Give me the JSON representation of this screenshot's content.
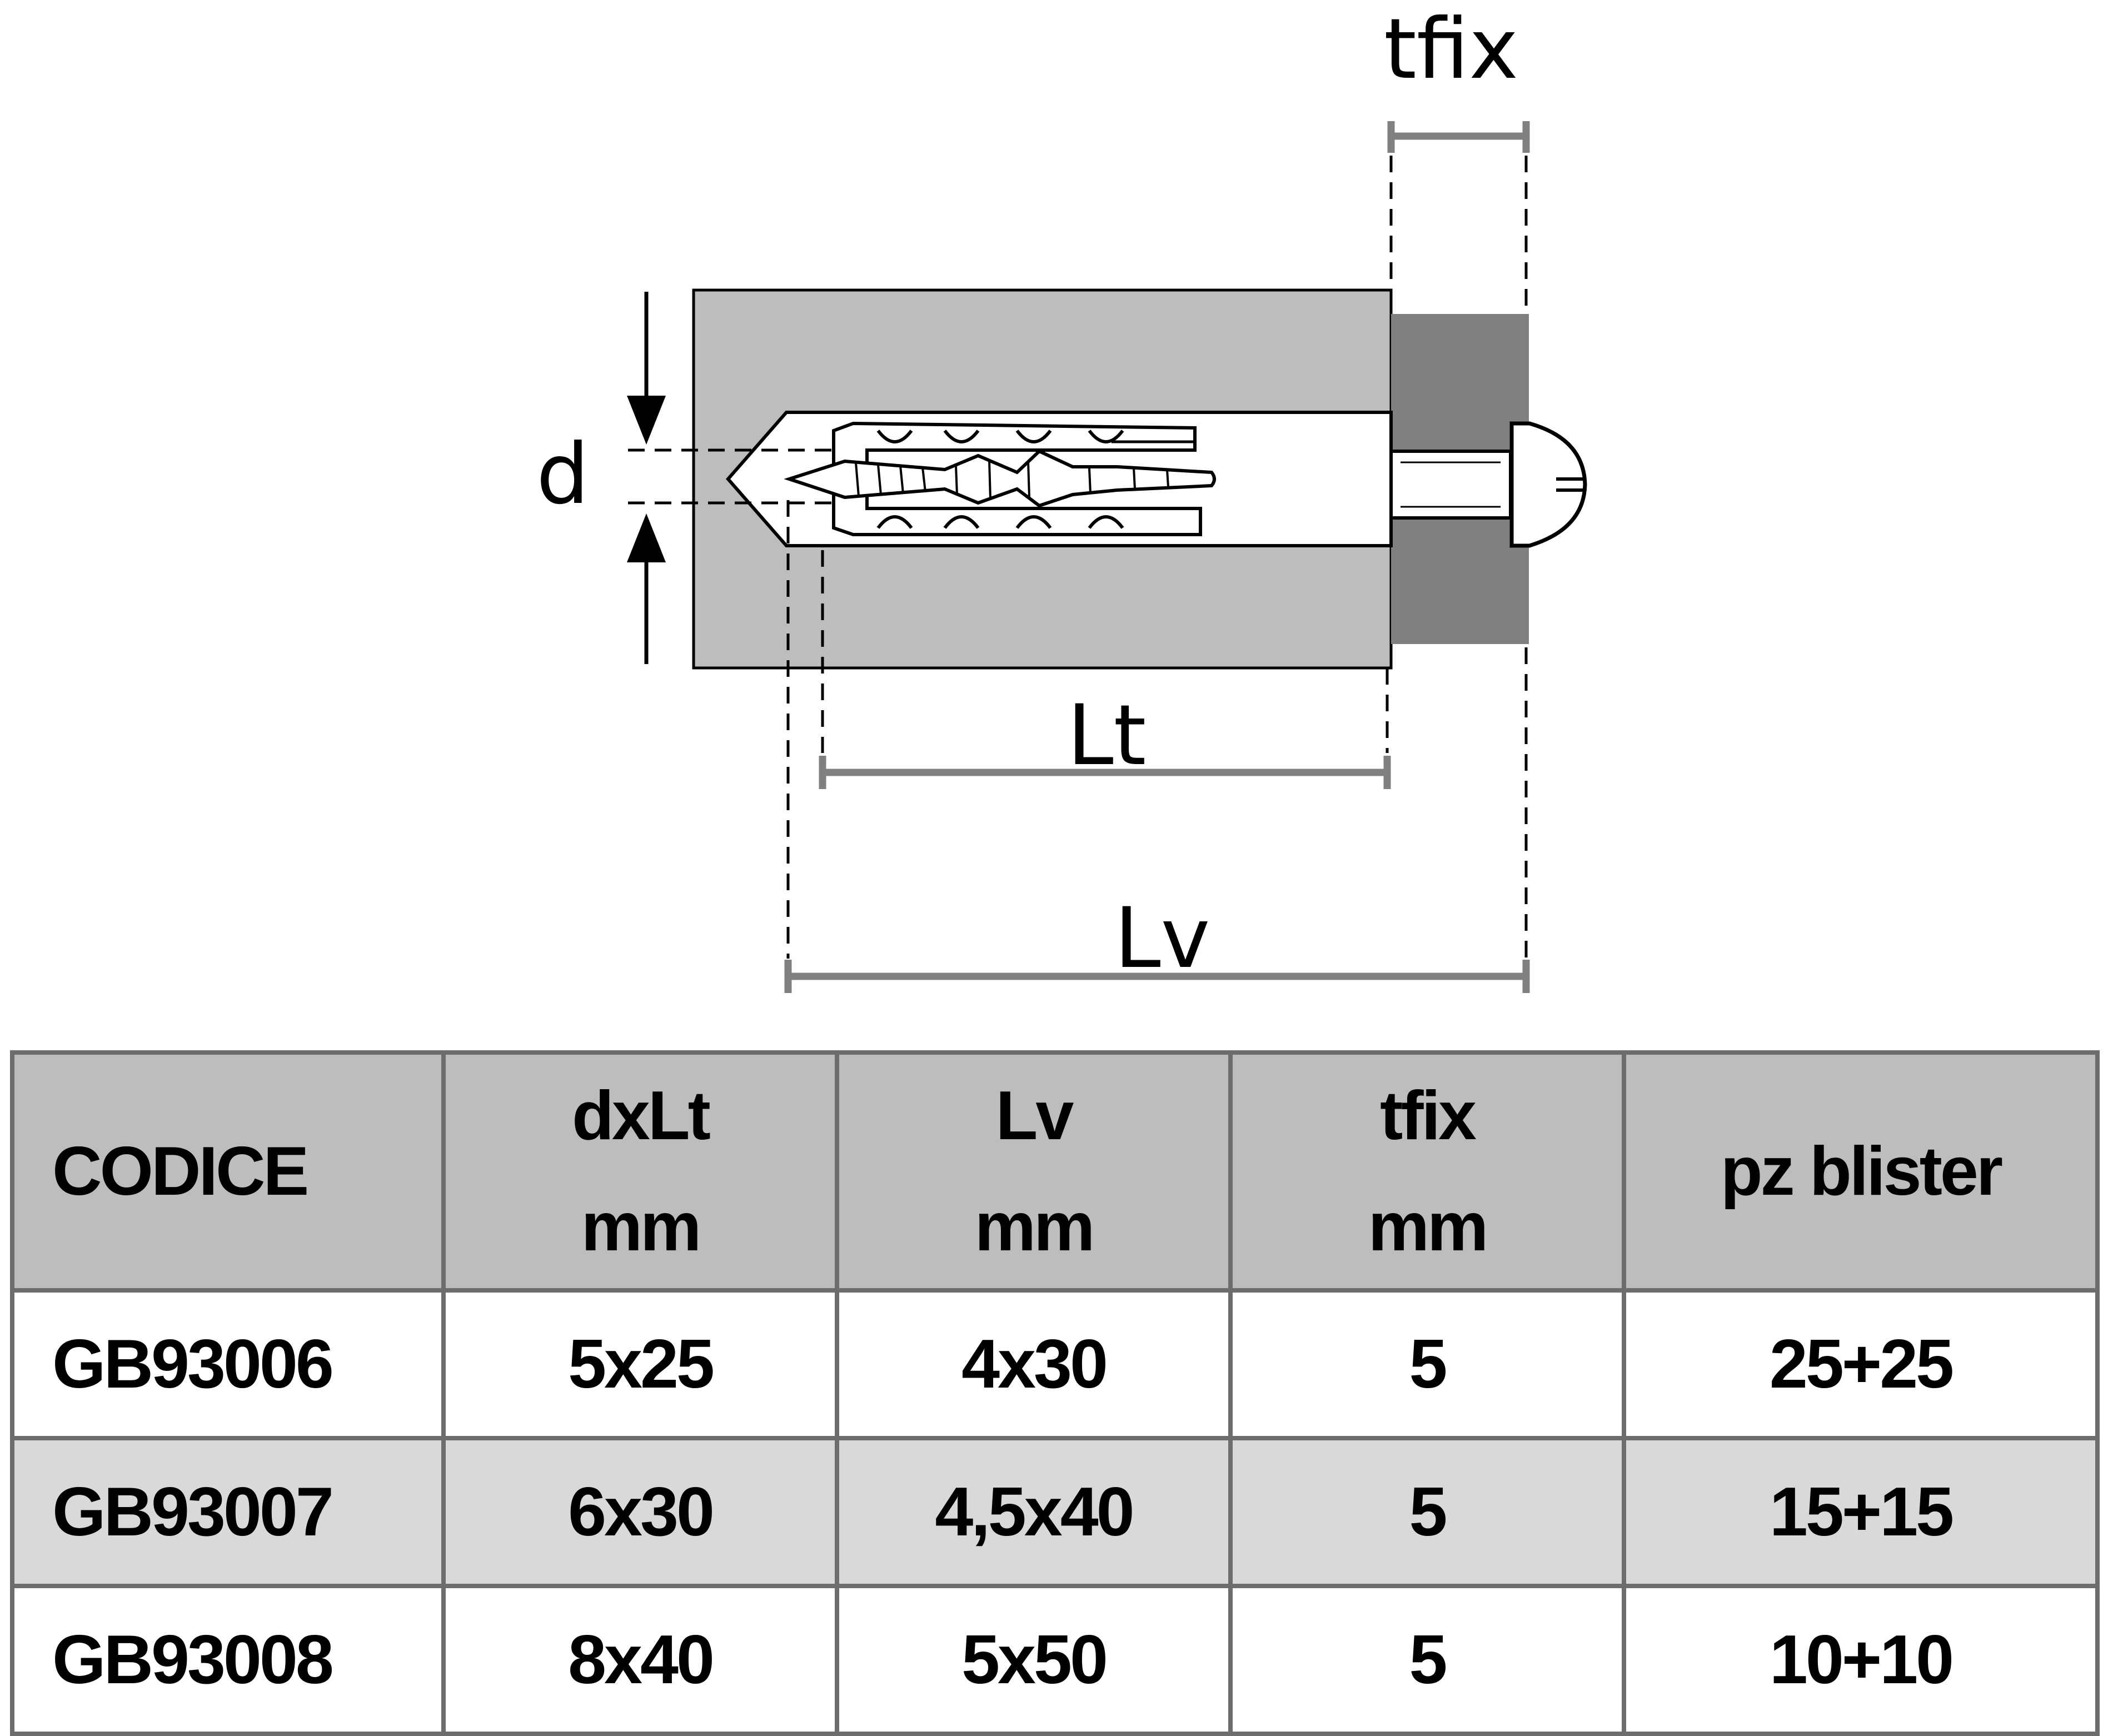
{
  "diagram": {
    "labels": {
      "tfix": "tfix",
      "d": "d",
      "lt": "Lt",
      "lv": "Lv"
    },
    "colors": {
      "wall": "#bdbdbd",
      "fixture": "#808080",
      "dimension": "#808080",
      "outline": "#000000"
    }
  },
  "table": {
    "headers": [
      {
        "line1": "CODICE",
        "line2": ""
      },
      {
        "line1": "dxLt",
        "line2": "mm"
      },
      {
        "line1": "Lv",
        "line2": "mm"
      },
      {
        "line1": "tfix",
        "line2": "mm"
      },
      {
        "line1": "pz blister",
        "line2": ""
      }
    ],
    "rows": [
      [
        "GB93006",
        "5x25",
        "4x30",
        "5",
        "25+25"
      ],
      [
        "GB93007",
        "6x30",
        "4,5x40",
        "5",
        "15+15"
      ],
      [
        "GB93008",
        "8x40",
        "5x50",
        "5",
        "10+10"
      ]
    ],
    "colors": {
      "header_bg": "#bdbdbd",
      "row_shade": "#d9d9d9",
      "border": "#6d6d6d"
    }
  }
}
